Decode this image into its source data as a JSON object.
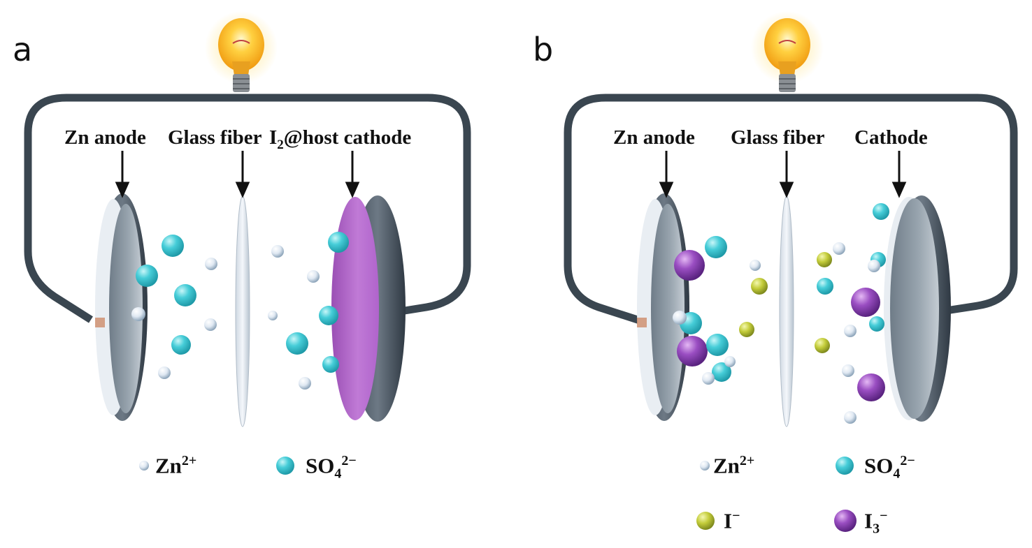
{
  "panel_a": {
    "letter": "a",
    "labels": {
      "anode": "Zn anode",
      "separator": "Glass fiber",
      "cathode_prefix": "I",
      "cathode_sub": "2",
      "cathode_rest": "@host cathode"
    },
    "legend": [
      {
        "base": "Zn",
        "sub": "",
        "sup": "2+",
        "icon": "zn-ion"
      },
      {
        "base": "SO",
        "sub": "4",
        "sup": "2−",
        "icon": "sulfate-ion"
      }
    ]
  },
  "panel_b": {
    "letter": "b",
    "labels": {
      "anode": "Zn anode",
      "separator": "Glass fiber",
      "cathode": "Cathode"
    },
    "legend": [
      {
        "base": "Zn",
        "sub": "",
        "sup": "2+",
        "icon": "zn-ion"
      },
      {
        "base": "SO",
        "sub": "4",
        "sup": "2−",
        "icon": "sulfate-ion"
      },
      {
        "base": "I",
        "sub": "",
        "sup": "−",
        "icon": "iodide-ion"
      },
      {
        "base": "I",
        "sub": "3",
        "sup": "−",
        "icon": "triiodide-ion"
      }
    ]
  },
  "colors": {
    "wire": "#3a4650",
    "zn_ion": "#dfe8f2",
    "sulfate_ion": "#3cc6d2",
    "iodide_ion": "#b8c530",
    "triiodide_ion": "#8a3fb0",
    "iodine_cathode": "#b06cc8"
  }
}
